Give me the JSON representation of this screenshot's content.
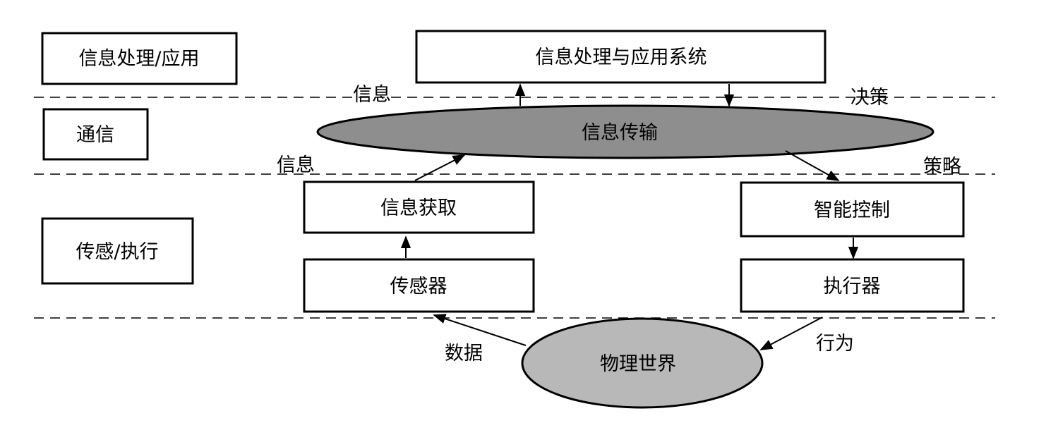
{
  "layers": {
    "application": "信息处理/应用",
    "communication": "通信",
    "sensing_execution": "传感/执行"
  },
  "nodes": {
    "app_system": "信息处理与应用系统",
    "info_transmission": "信息传输",
    "info_acquisition": "信息获取",
    "sensor": "传感器",
    "intelligent_control": "智能控制",
    "actuator": "执行器",
    "physical_world": "物理世界"
  },
  "edge_labels": {
    "info_up_top": "信息",
    "decision": "决策",
    "info_up_mid": "信息",
    "strategy": "策略",
    "data": "数据",
    "behavior": "行为"
  },
  "colors": {
    "ellipse_dark": "#8e8e8e",
    "ellipse_light": "#b8b8b8",
    "stroke": "#000000"
  }
}
